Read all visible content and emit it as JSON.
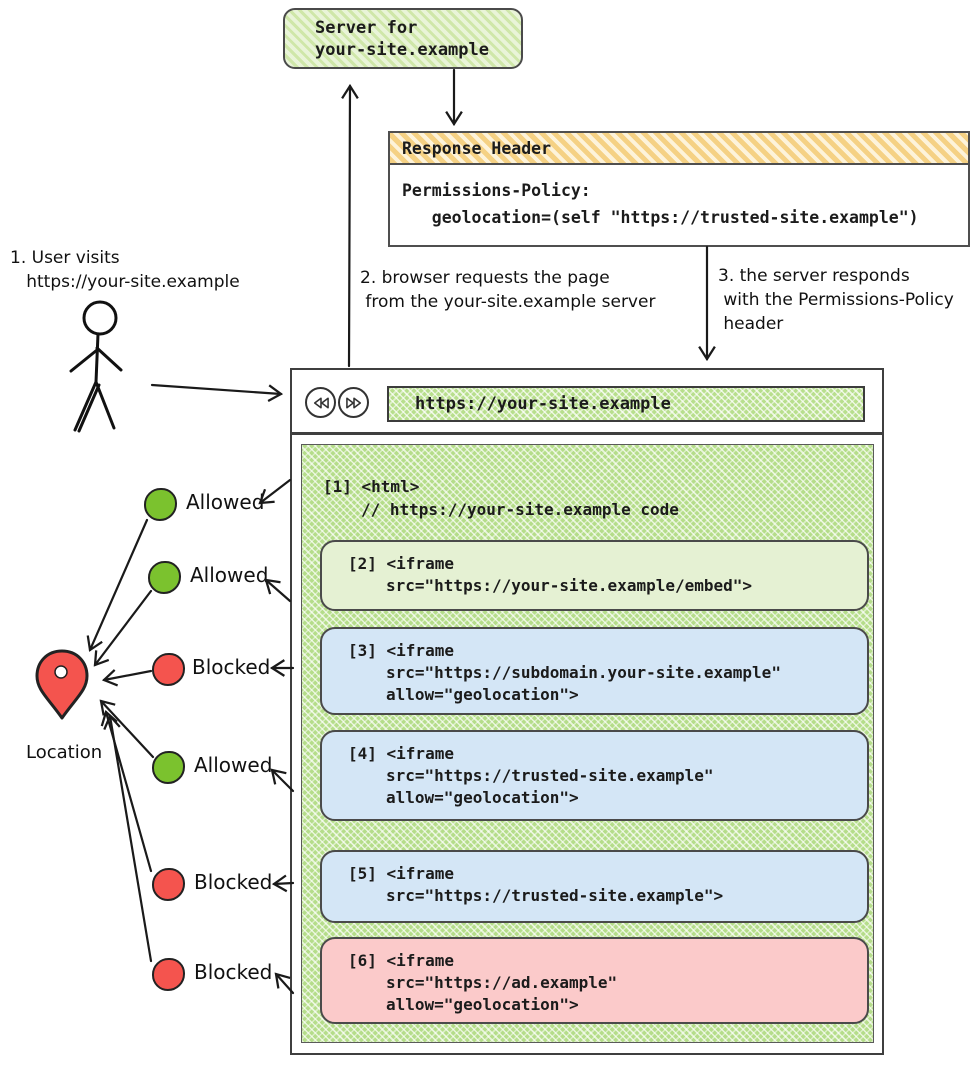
{
  "server_box": {
    "label": "Server for\nyour-site.example"
  },
  "response_header": {
    "title": "Response Header",
    "body": "Permissions-Policy:\n   geolocation=(self \"https://trusted-site.example\")"
  },
  "annotations": {
    "step1": "1. User visits\n   https://your-site.example",
    "step2": "2. browser requests the page\n from the your-site.example server",
    "step3": "3. the server responds\n with the Permissions-Policy\n header"
  },
  "browser": {
    "url": "https://your-site.example",
    "back_icon": "rewind-double-left",
    "forward_icon": "fast-forward-double-right"
  },
  "cards": [
    {
      "lines": [
        "[1] <html>",
        "// https://your-site.example code"
      ],
      "style": "plain-on-page"
    },
    {
      "lines": [
        "[2] <iframe",
        "src=\"https://your-site.example/embed\">"
      ],
      "style": "green"
    },
    {
      "lines": [
        "[3] <iframe",
        "src=\"https://subdomain.your-site.example\"",
        "allow=\"geolocation\">"
      ],
      "style": "blue"
    },
    {
      "lines": [
        "[4] <iframe",
        "src=\"https://trusted-site.example\"",
        "allow=\"geolocation\">"
      ],
      "style": "blue"
    },
    {
      "lines": [
        "[5] <iframe",
        "src=\"https://trusted-site.example\">"
      ],
      "style": "blue"
    },
    {
      "lines": [
        "[6] <iframe",
        "src=\"https://ad.example\"",
        "allow=\"geolocation\">"
      ],
      "style": "pink"
    }
  ],
  "statuses": [
    {
      "label": "Allowed",
      "color": "green"
    },
    {
      "label": "Allowed",
      "color": "green"
    },
    {
      "label": "Blocked",
      "color": "red"
    },
    {
      "label": "Allowed",
      "color": "green"
    },
    {
      "label": "Blocked",
      "color": "red"
    },
    {
      "label": "Blocked",
      "color": "red"
    }
  ],
  "legend": {
    "location_label": "Location"
  },
  "colors": {
    "allowed_green": "#7bc22e",
    "blocked_red": "#f4544e",
    "page_green": "#b5dd8a",
    "card_green": "#e5f1d3",
    "card_blue": "#d4e6f6",
    "card_pink": "#fbcaca",
    "header_tan": "#f5d184"
  }
}
